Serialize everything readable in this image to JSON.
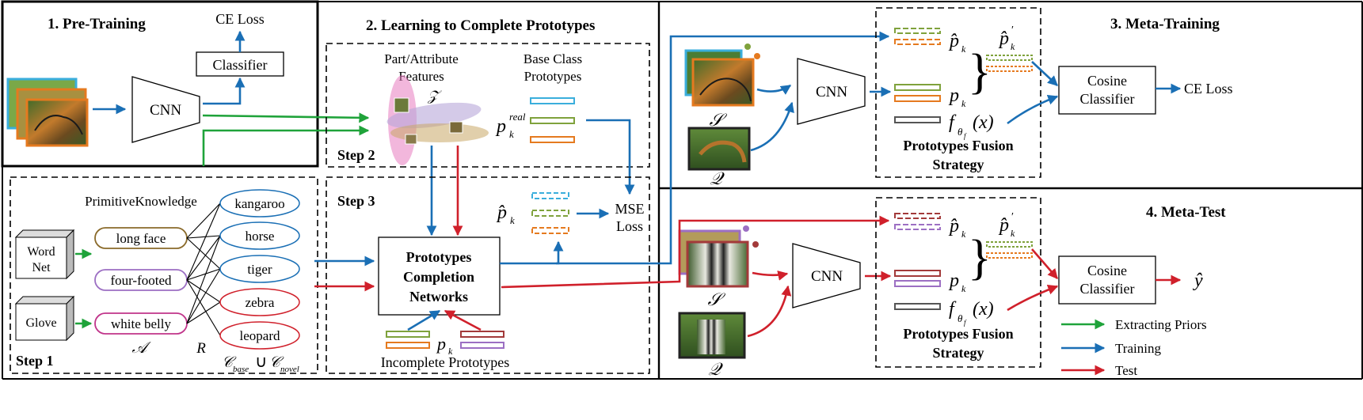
{
  "panels": {
    "pretraining": "1. Pre-Training",
    "learning": "2. Learning to Complete Prototypes",
    "metatraining": "3. Meta-Training",
    "metatest": "4. Meta-Test"
  },
  "steps": {
    "s1": "Step 1",
    "s2": "Step 2",
    "s3": "Step 3"
  },
  "pretraining": {
    "ce_loss": "CE Loss",
    "classifier": "Classifier",
    "cnn": "CNN"
  },
  "step2": {
    "features_l1": "Part/Attribute",
    "features_l2": "Features",
    "z": "𝒵",
    "base_l1": "Base Class",
    "base_l2": "Prototypes",
    "p_real": "p",
    "p_real_sub": "k",
    "p_real_sup": "real"
  },
  "step3": {
    "p_hat": "p̂",
    "p_hat_sub": "k",
    "mse_l1": "MSE",
    "mse_l2": "Loss",
    "pcn_l1": "Prototypes",
    "pcn_l2": "Completion",
    "pcn_l3": "Networks",
    "p_k": "p",
    "p_k_sub": "k",
    "incomplete": "Incomplete Prototypes"
  },
  "step1": {
    "primitive": "PrimitiveKnowledge",
    "wordnet_l1": "Word",
    "wordnet_l2": "Net",
    "glove": "Glove",
    "attributes": [
      "long face",
      "four-footed",
      "white belly"
    ],
    "classes": [
      "kangaroo",
      "horse",
      "tiger",
      "zebra",
      "leopard"
    ],
    "A": "𝒜",
    "R": "R",
    "c_base": "𝒞",
    "c_base_sub": "base",
    "union": "∪",
    "c_novel": "𝒞",
    "c_novel_sub": "novel"
  },
  "metatraining": {
    "S": "𝒮",
    "Q": "𝒬",
    "cnn": "CNN",
    "p_hat": "p̂",
    "p_hat_sub": "k",
    "p_hat_prime": "p̂",
    "p_hat_prime_sub": "k",
    "prime": "′",
    "p_k": "p",
    "p_k_sub": "k",
    "f": "f",
    "f_sub": "θ",
    "f_subsub": "f",
    "f_arg": "(x)",
    "fusion_l1": "Prototypes Fusion",
    "fusion_l2": "Strategy",
    "cos_l1": "Cosine",
    "cos_l2": "Classifier",
    "ce_loss": "CE Loss"
  },
  "metatest": {
    "S": "𝒮",
    "Q": "𝒬",
    "cnn": "CNN",
    "p_hat": "p̂",
    "p_hat_sub": "k",
    "p_hat_prime": "p̂",
    "p_hat_prime_sub": "k",
    "prime": "′",
    "p_k": "p",
    "p_k_sub": "k",
    "f": "f",
    "f_sub": "θ",
    "f_subsub": "f",
    "f_arg": "(x)",
    "fusion_l1": "Prototypes Fusion",
    "fusion_l2": "Strategy",
    "cos_l1": "Cosine",
    "cos_l2": "Classifier",
    "y_hat": "ŷ"
  },
  "legend": [
    "Extracting Priors",
    "Training",
    "Test"
  ],
  "colors": {
    "extract": "#1fa33a",
    "train": "#1a6fb5",
    "test": "#d0202b",
    "green_bar": "#7fa23c",
    "orange_bar": "#e57a1f",
    "cyan_bar": "#3aaedc",
    "purple_bar": "#9c6fc3",
    "darkred_bar": "#a33a3a",
    "grey_bar": "#555555"
  },
  "icons": [
    "tiger-image-icon",
    "zebra-image-icon",
    "cube-icon",
    "cnn-trapezoid-icon",
    "feature-ellipses-icon"
  ]
}
